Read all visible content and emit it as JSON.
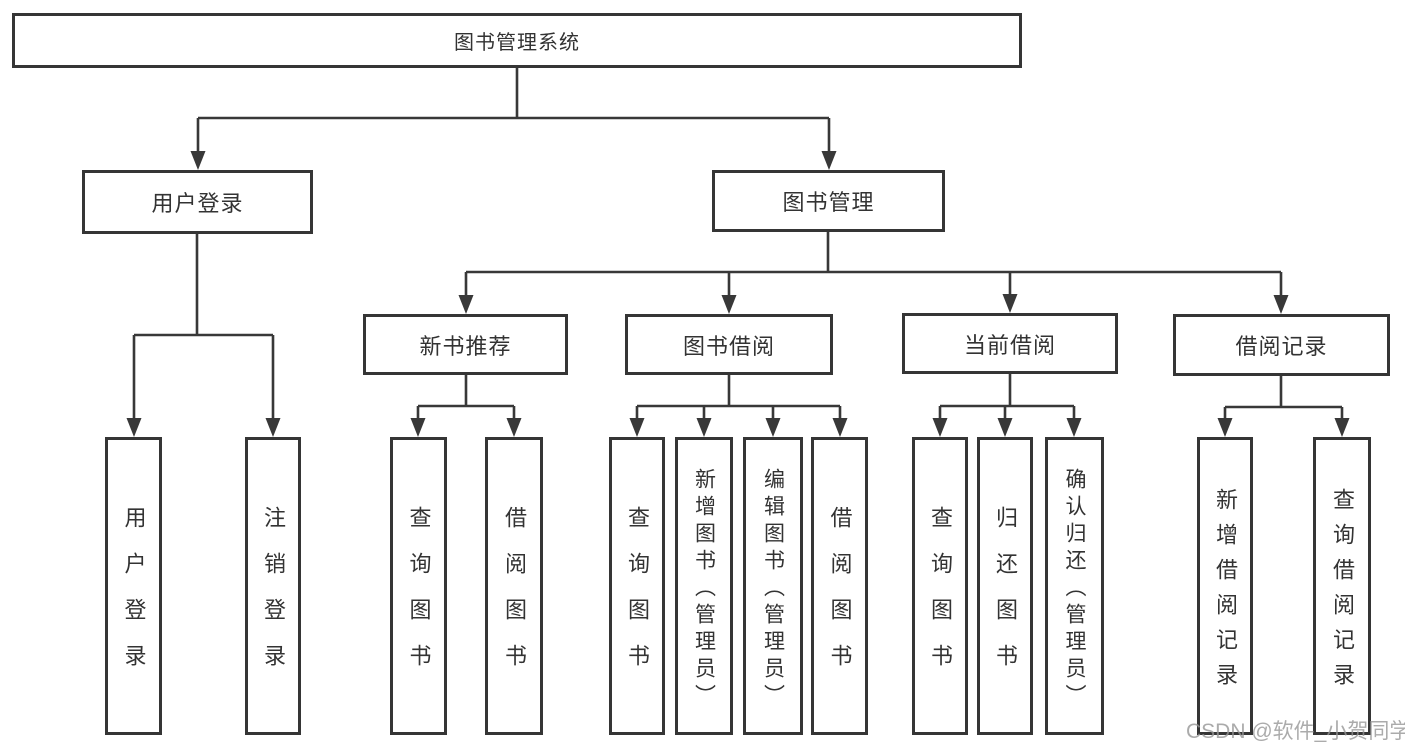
{
  "nodes": {
    "root": "图书管理系统",
    "user_login": "用户登录",
    "book_management": "图书管理",
    "new_book_recommend": "新书推荐",
    "book_borrowing": "图书借阅",
    "current_borrowing": "当前借阅",
    "borrowing_records": "借阅记录",
    "leaf_user_login": "用户登录",
    "leaf_logout": "注销登录",
    "rec_query_books": "查询图书",
    "rec_borrow_books": "借阅图书",
    "bb_query_books": "查询图书",
    "bb_add_books": "新增图书（管理员）",
    "bb_edit_books": "编辑图书（管理员）",
    "bb_borrow_books": "借阅图书",
    "cb_query_books": "查询图书",
    "cb_return_books": "归还图书",
    "cb_confirm_return": "确认归还（管理员）",
    "br_add_record": "新增借阅记录",
    "br_query_record": "查询借阅记录"
  },
  "hierarchy": {
    "root": [
      "user_login",
      "book_management"
    ],
    "user_login": [
      "leaf_user_login",
      "leaf_logout"
    ],
    "book_management": [
      "new_book_recommend",
      "book_borrowing",
      "current_borrowing",
      "borrowing_records"
    ],
    "new_book_recommend": [
      "rec_query_books",
      "rec_borrow_books"
    ],
    "book_borrowing": [
      "bb_query_books",
      "bb_add_books",
      "bb_edit_books",
      "bb_borrow_books"
    ],
    "current_borrowing": [
      "cb_query_books",
      "cb_return_books",
      "cb_confirm_return"
    ],
    "borrowing_records": [
      "br_add_record",
      "br_query_record"
    ]
  },
  "watermark": "CSDN @软件_小贺同学",
  "colors": {
    "line": "#383838",
    "box_border": "#353535",
    "box_fill": "#ffffff",
    "text": "#333333",
    "watermark": "#a8a8a8",
    "background": "#ffffff"
  }
}
